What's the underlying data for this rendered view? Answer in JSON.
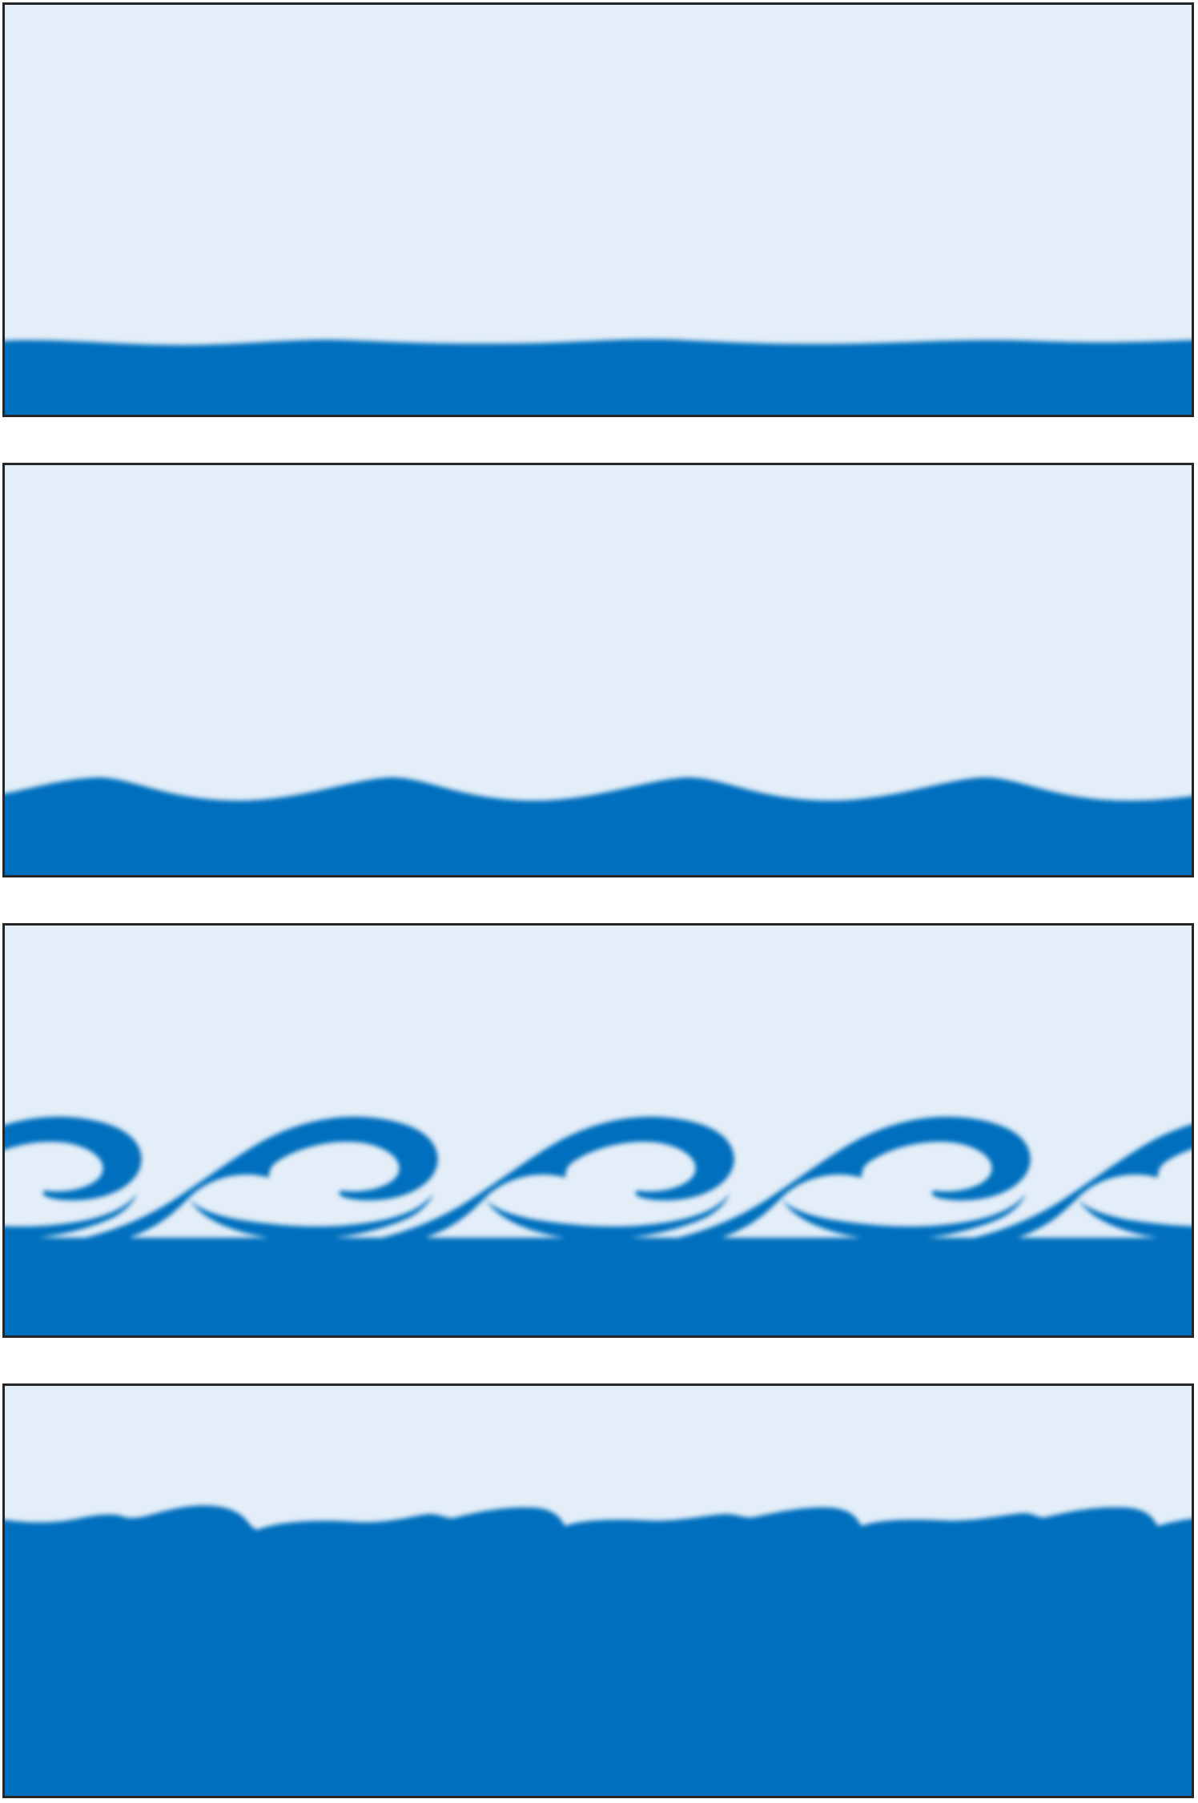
{
  "figure": {
    "colors": {
      "light_fluid": "#e3eef8",
      "dense_fluid": "#0070be",
      "frame": "#262626",
      "background": "#ffffff"
    },
    "panels": [
      {
        "stage": 1,
        "description_key": "flat-interface-small-perturbation"
      },
      {
        "stage": 2,
        "description_key": "growing-asymmetric-waves"
      },
      {
        "stage": 3,
        "description_key": "rolled-up-vortices"
      },
      {
        "stage": 4,
        "description_key": "turbulent-mixed-interface"
      }
    ]
  }
}
